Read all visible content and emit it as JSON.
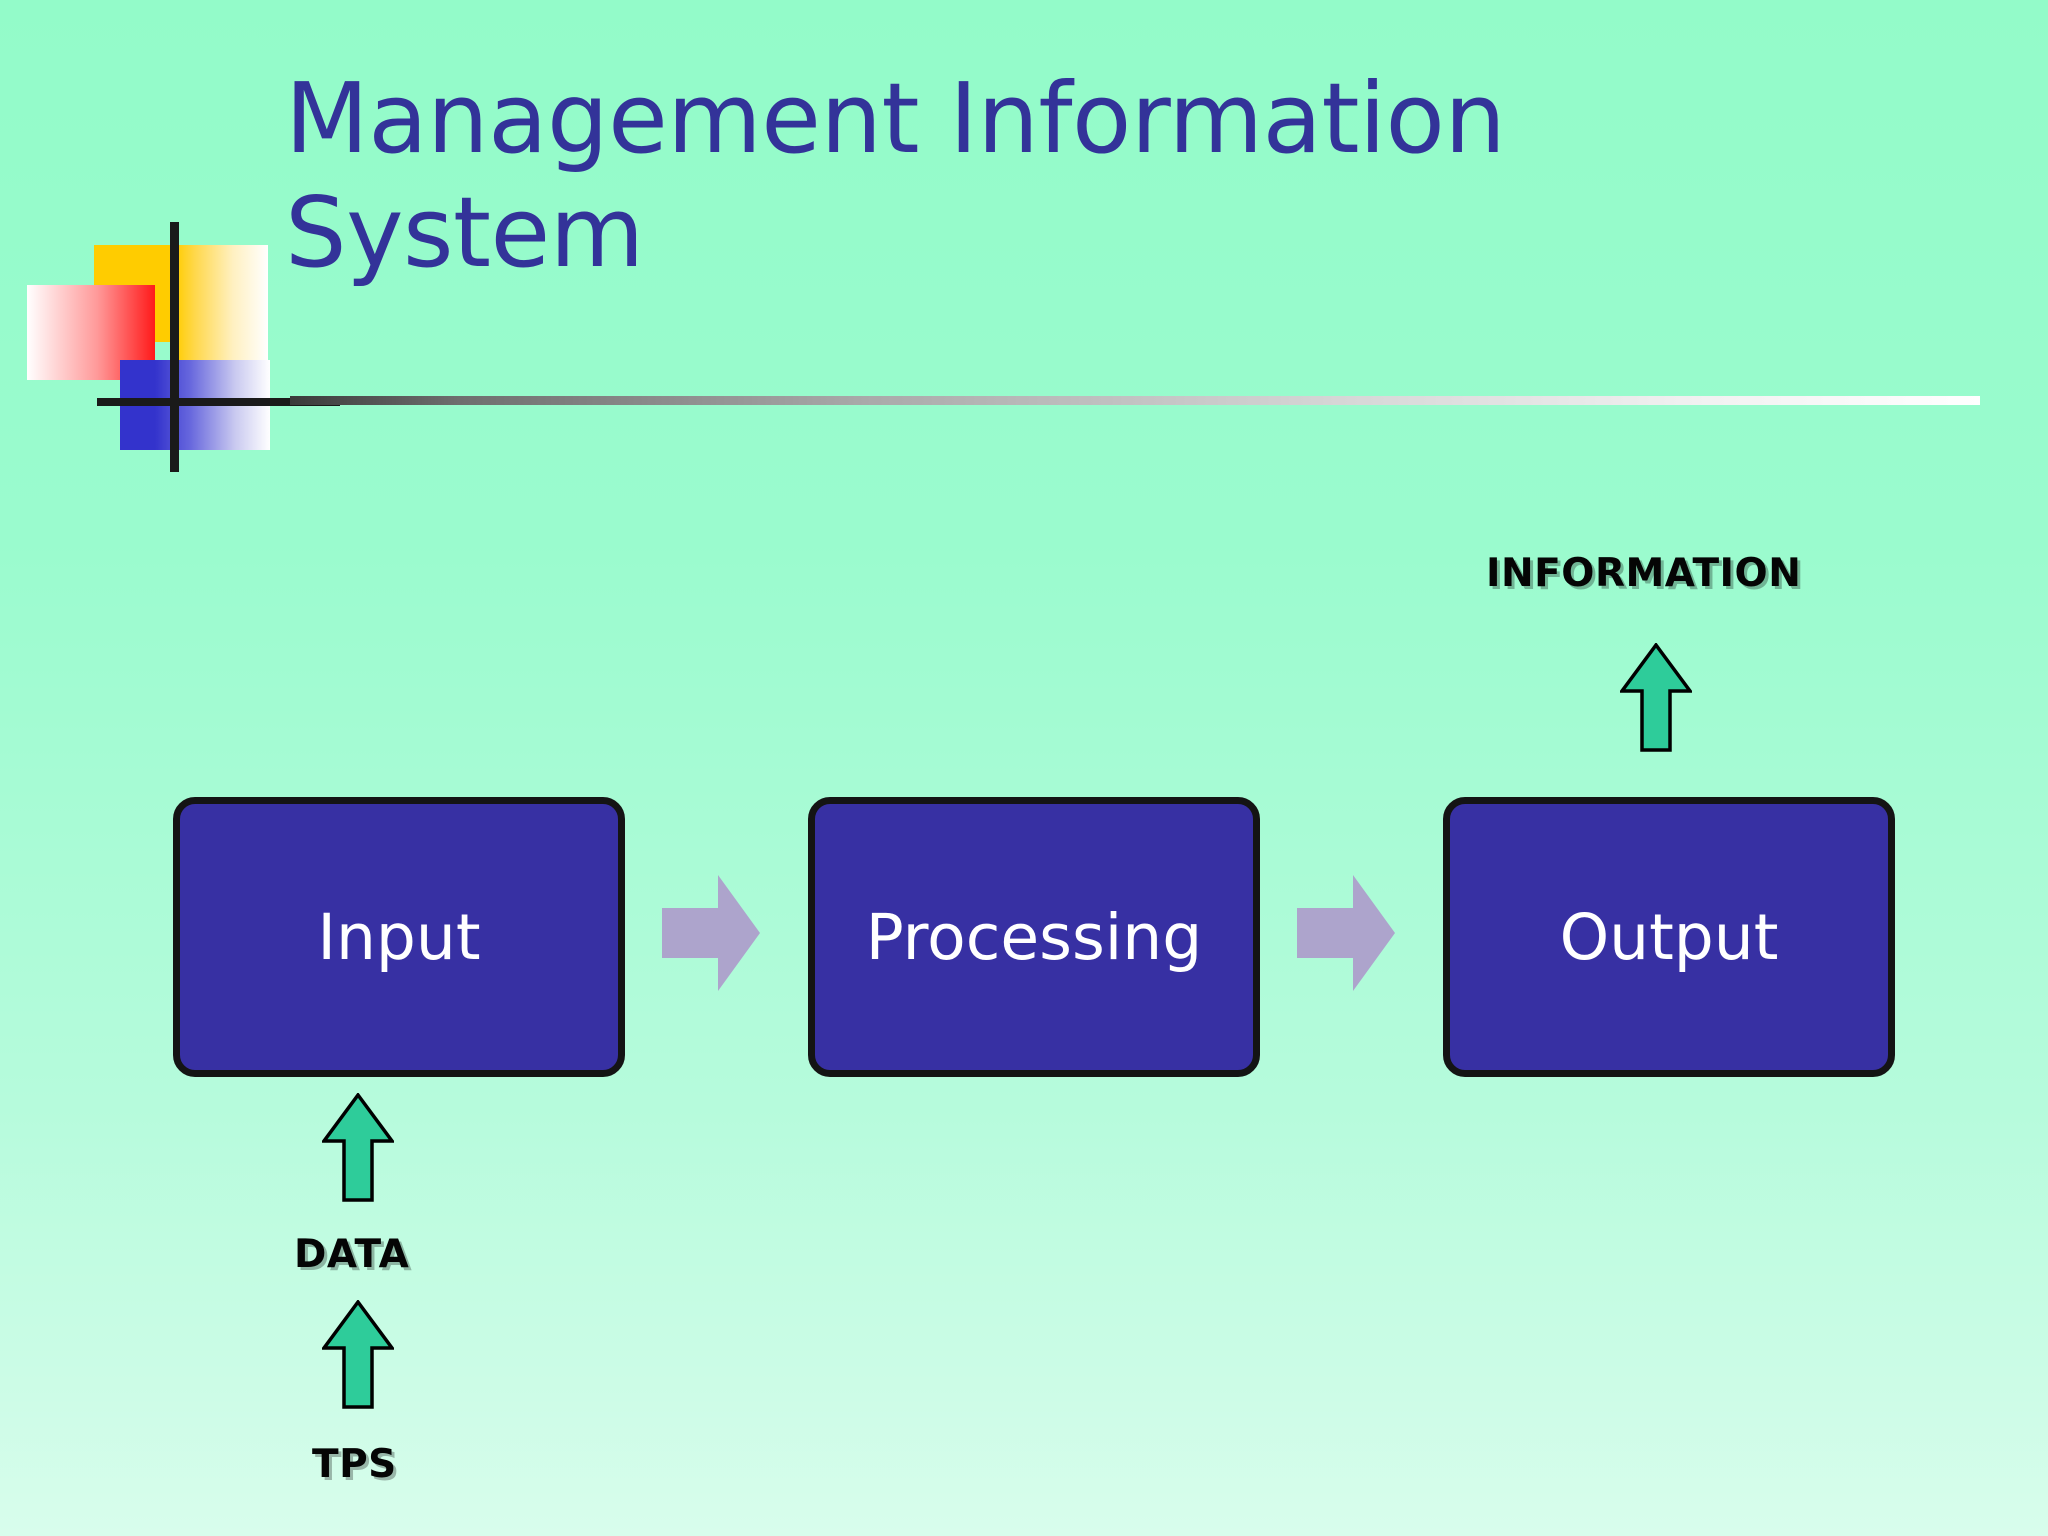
{
  "slide": {
    "title": "Management Information System",
    "background_color": "#96FBCC",
    "title_color": "#333399"
  },
  "logo": {
    "name": "decorative-squares-logo",
    "yellow": "#FFCC00",
    "red": "#FF1A1A",
    "blue": "#3333CC",
    "crosshair_color": "#1A1A1A"
  },
  "divider": {
    "name": "title-underline",
    "gradient_from": "#3A3A3A",
    "gradient_to": "#FFFFFF"
  },
  "diagram": {
    "box_fill": "#3730A3",
    "box_border": "#141414",
    "box_text_color": "#FFFFFF",
    "chevron_color": "#ADA4CC",
    "green_arrow_color": "#2ECC9A",
    "green_arrow_outline": "#000000",
    "boxes": [
      {
        "id": "input",
        "label": "Input"
      },
      {
        "id": "processing",
        "label": "Processing"
      },
      {
        "id": "output",
        "label": "Output"
      }
    ],
    "labels": [
      {
        "id": "information",
        "text": "INFORMATION"
      },
      {
        "id": "data",
        "text": "DATA"
      },
      {
        "id": "tps",
        "text": "TPS"
      }
    ],
    "flow": [
      "TPS -> DATA",
      "DATA -> Input",
      "Input -> Processing",
      "Processing -> Output",
      "Output -> INFORMATION"
    ]
  }
}
